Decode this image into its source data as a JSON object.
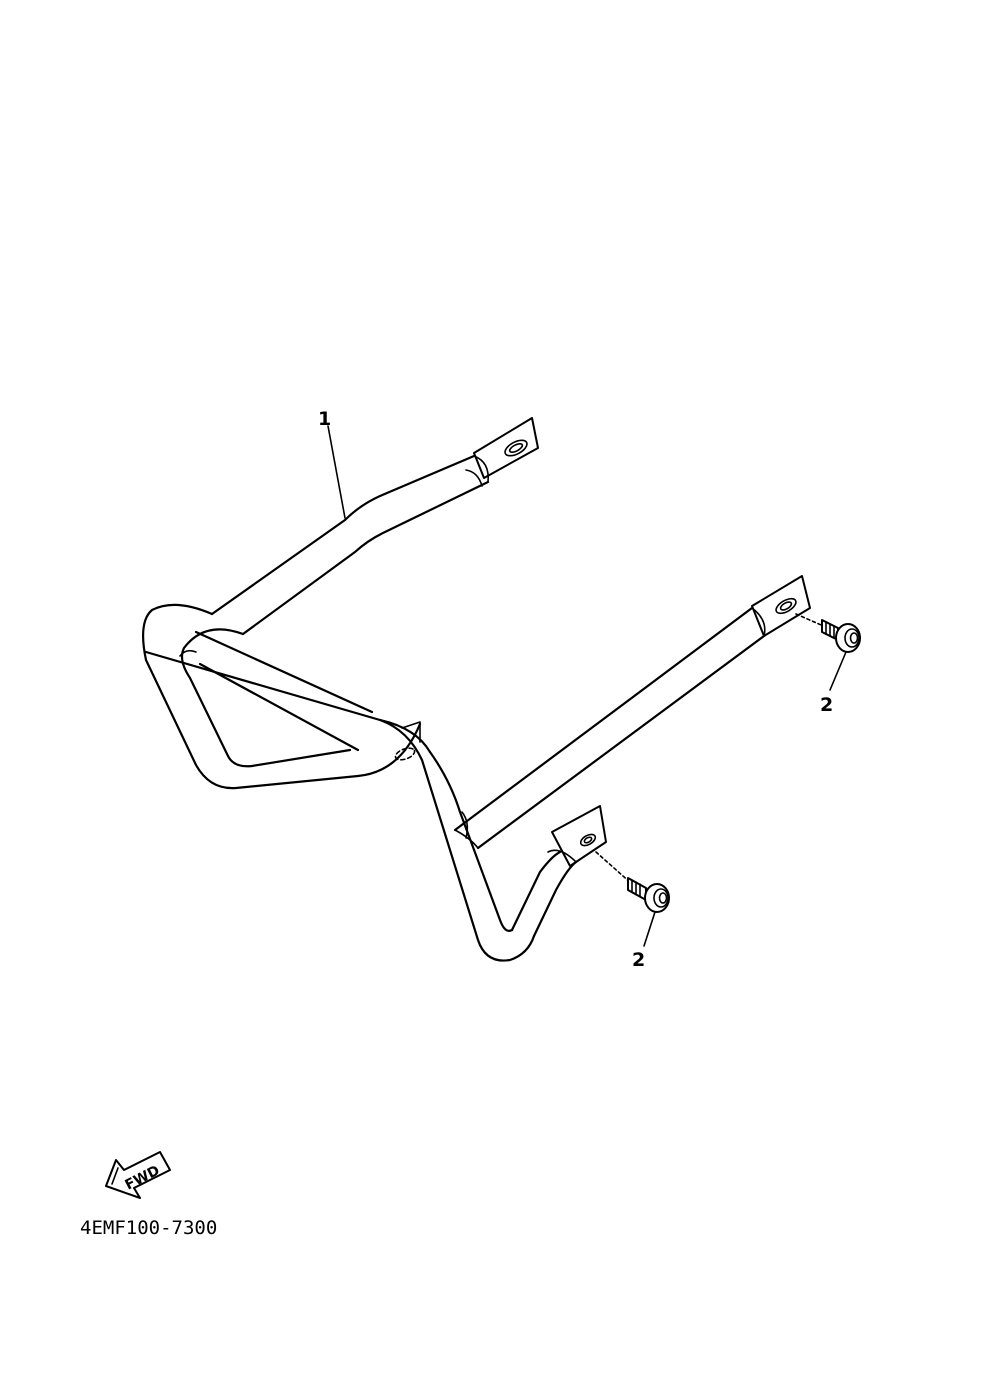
{
  "callouts": [
    {
      "id": "part-1",
      "label": "1"
    },
    {
      "id": "part-2-right",
      "label": "2"
    },
    {
      "id": "part-2-lower",
      "label": "2"
    }
  ],
  "fwd_indicator": {
    "label": "FWD",
    "direction": "forward-left"
  },
  "reference_code": "4EMF100-7300",
  "colors": {
    "line": "#000000",
    "background": "#ffffff"
  }
}
